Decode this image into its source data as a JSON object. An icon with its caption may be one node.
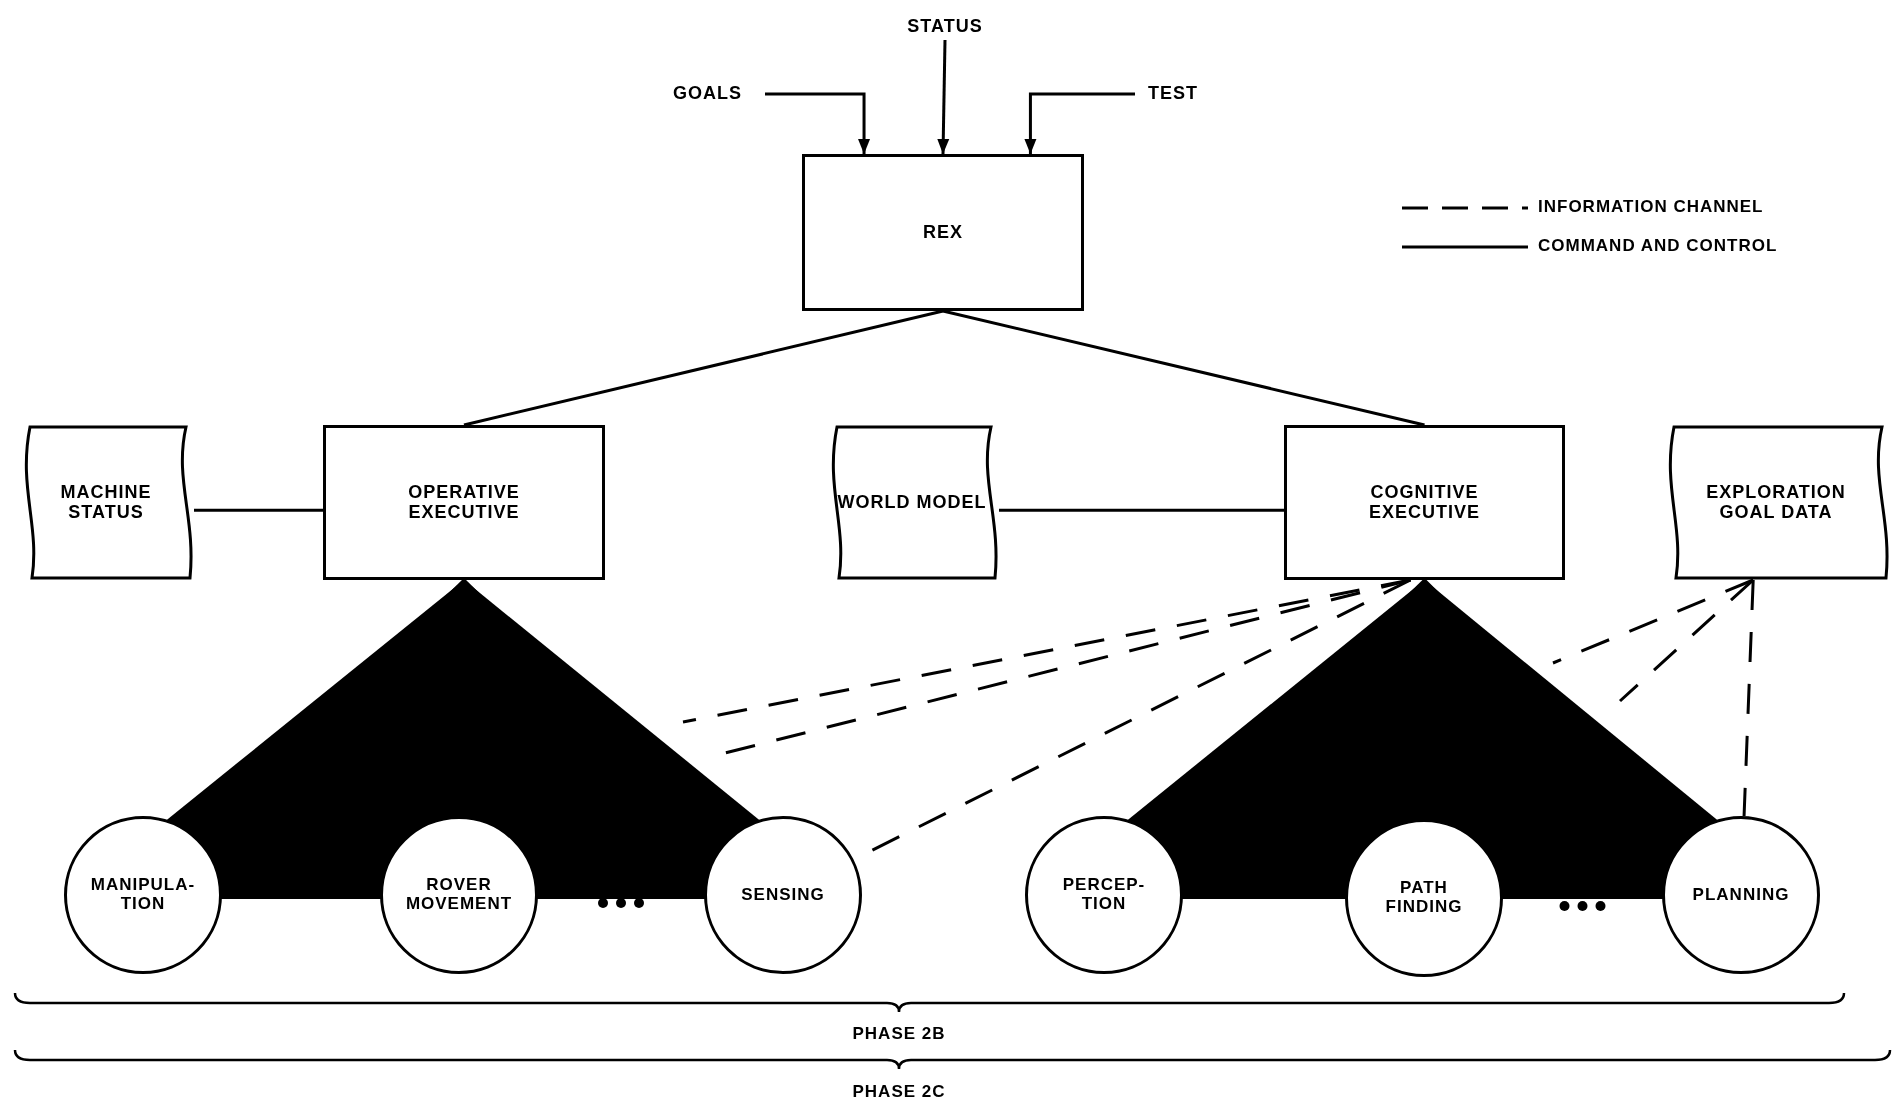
{
  "diagram": {
    "nodes": [
      {
        "text": [
          "GOALS"
        ]
      },
      {
        "text": [
          "STATUS"
        ]
      },
      {
        "text": [
          "TEST"
        ]
      },
      {
        "text": [
          "REX"
        ]
      },
      {
        "text": [
          "MACHINE STATUS"
        ]
      },
      {
        "text": [
          "OPERATIVE EXECUTIVE"
        ]
      },
      {
        "text": [
          "WORLD MODEL"
        ]
      },
      {
        "text": [
          "COGNITIVE EXECUTIVE"
        ]
      },
      {
        "text": [
          "EXPLORATION GOAL DATA"
        ]
      },
      {
        "text": [
          "MANIPULA- TION"
        ]
      },
      {
        "text": [
          "ROVER MOVEMENT"
        ]
      },
      {
        "text": [
          "SENSING"
        ]
      },
      {
        "text": [
          "PERCEP- TION"
        ]
      },
      {
        "text": [
          "PATH FINDING"
        ]
      },
      {
        "text": [
          "PLANNING"
        ]
      }
    ],
    "edges": [
      {
        "from": 0,
        "to": 3,
        "arrow": "to"
      },
      {
        "from": 1,
        "to": 3,
        "arrow": "to"
      },
      {
        "from": 2,
        "to": 3,
        "arrow": "to"
      },
      {
        "from": 3,
        "to": 5,
        "arrow": "none"
      },
      {
        "from": 3,
        "to": 7,
        "arrow": "none"
      },
      {
        "from": 4,
        "to": 5,
        "arrow": "none"
      },
      {
        "from": 6,
        "to": 7,
        "arrow": "none"
      },
      {
        "from": 5,
        "to": 9,
        "arrow": "none"
      },
      {
        "from": 5,
        "to": 11,
        "arrow": "none"
      },
      {
        "from": 7,
        "to": 12,
        "arrow": "none"
      },
      {
        "from": 7,
        "to": 14,
        "arrow": "none"
      },
      {
        "from": 7,
        "to": null,
        "arrow": "none",
        "style": "dashed"
      },
      {
        "from": 7,
        "to": null,
        "arrow": "none",
        "style": "dashed"
      },
      {
        "from": 7,
        "to": 11,
        "arrow": "none",
        "style": "dashed"
      },
      {
        "from": 8,
        "to": null,
        "arrow": "none",
        "style": "dashed"
      },
      {
        "from": 8,
        "to": null,
        "arrow": "none",
        "style": "dashed"
      },
      {
        "from": 8,
        "to": 14,
        "arrow": "none",
        "style": "dashed"
      }
    ],
    "labels": [
      "PHASE 2B",
      "PHASE 2C"
    ],
    "legend": [
      {
        "text": "INFORMATION CHANNEL"
      },
      {
        "text": "COMMAND AND CONTROL"
      }
    ]
  }
}
